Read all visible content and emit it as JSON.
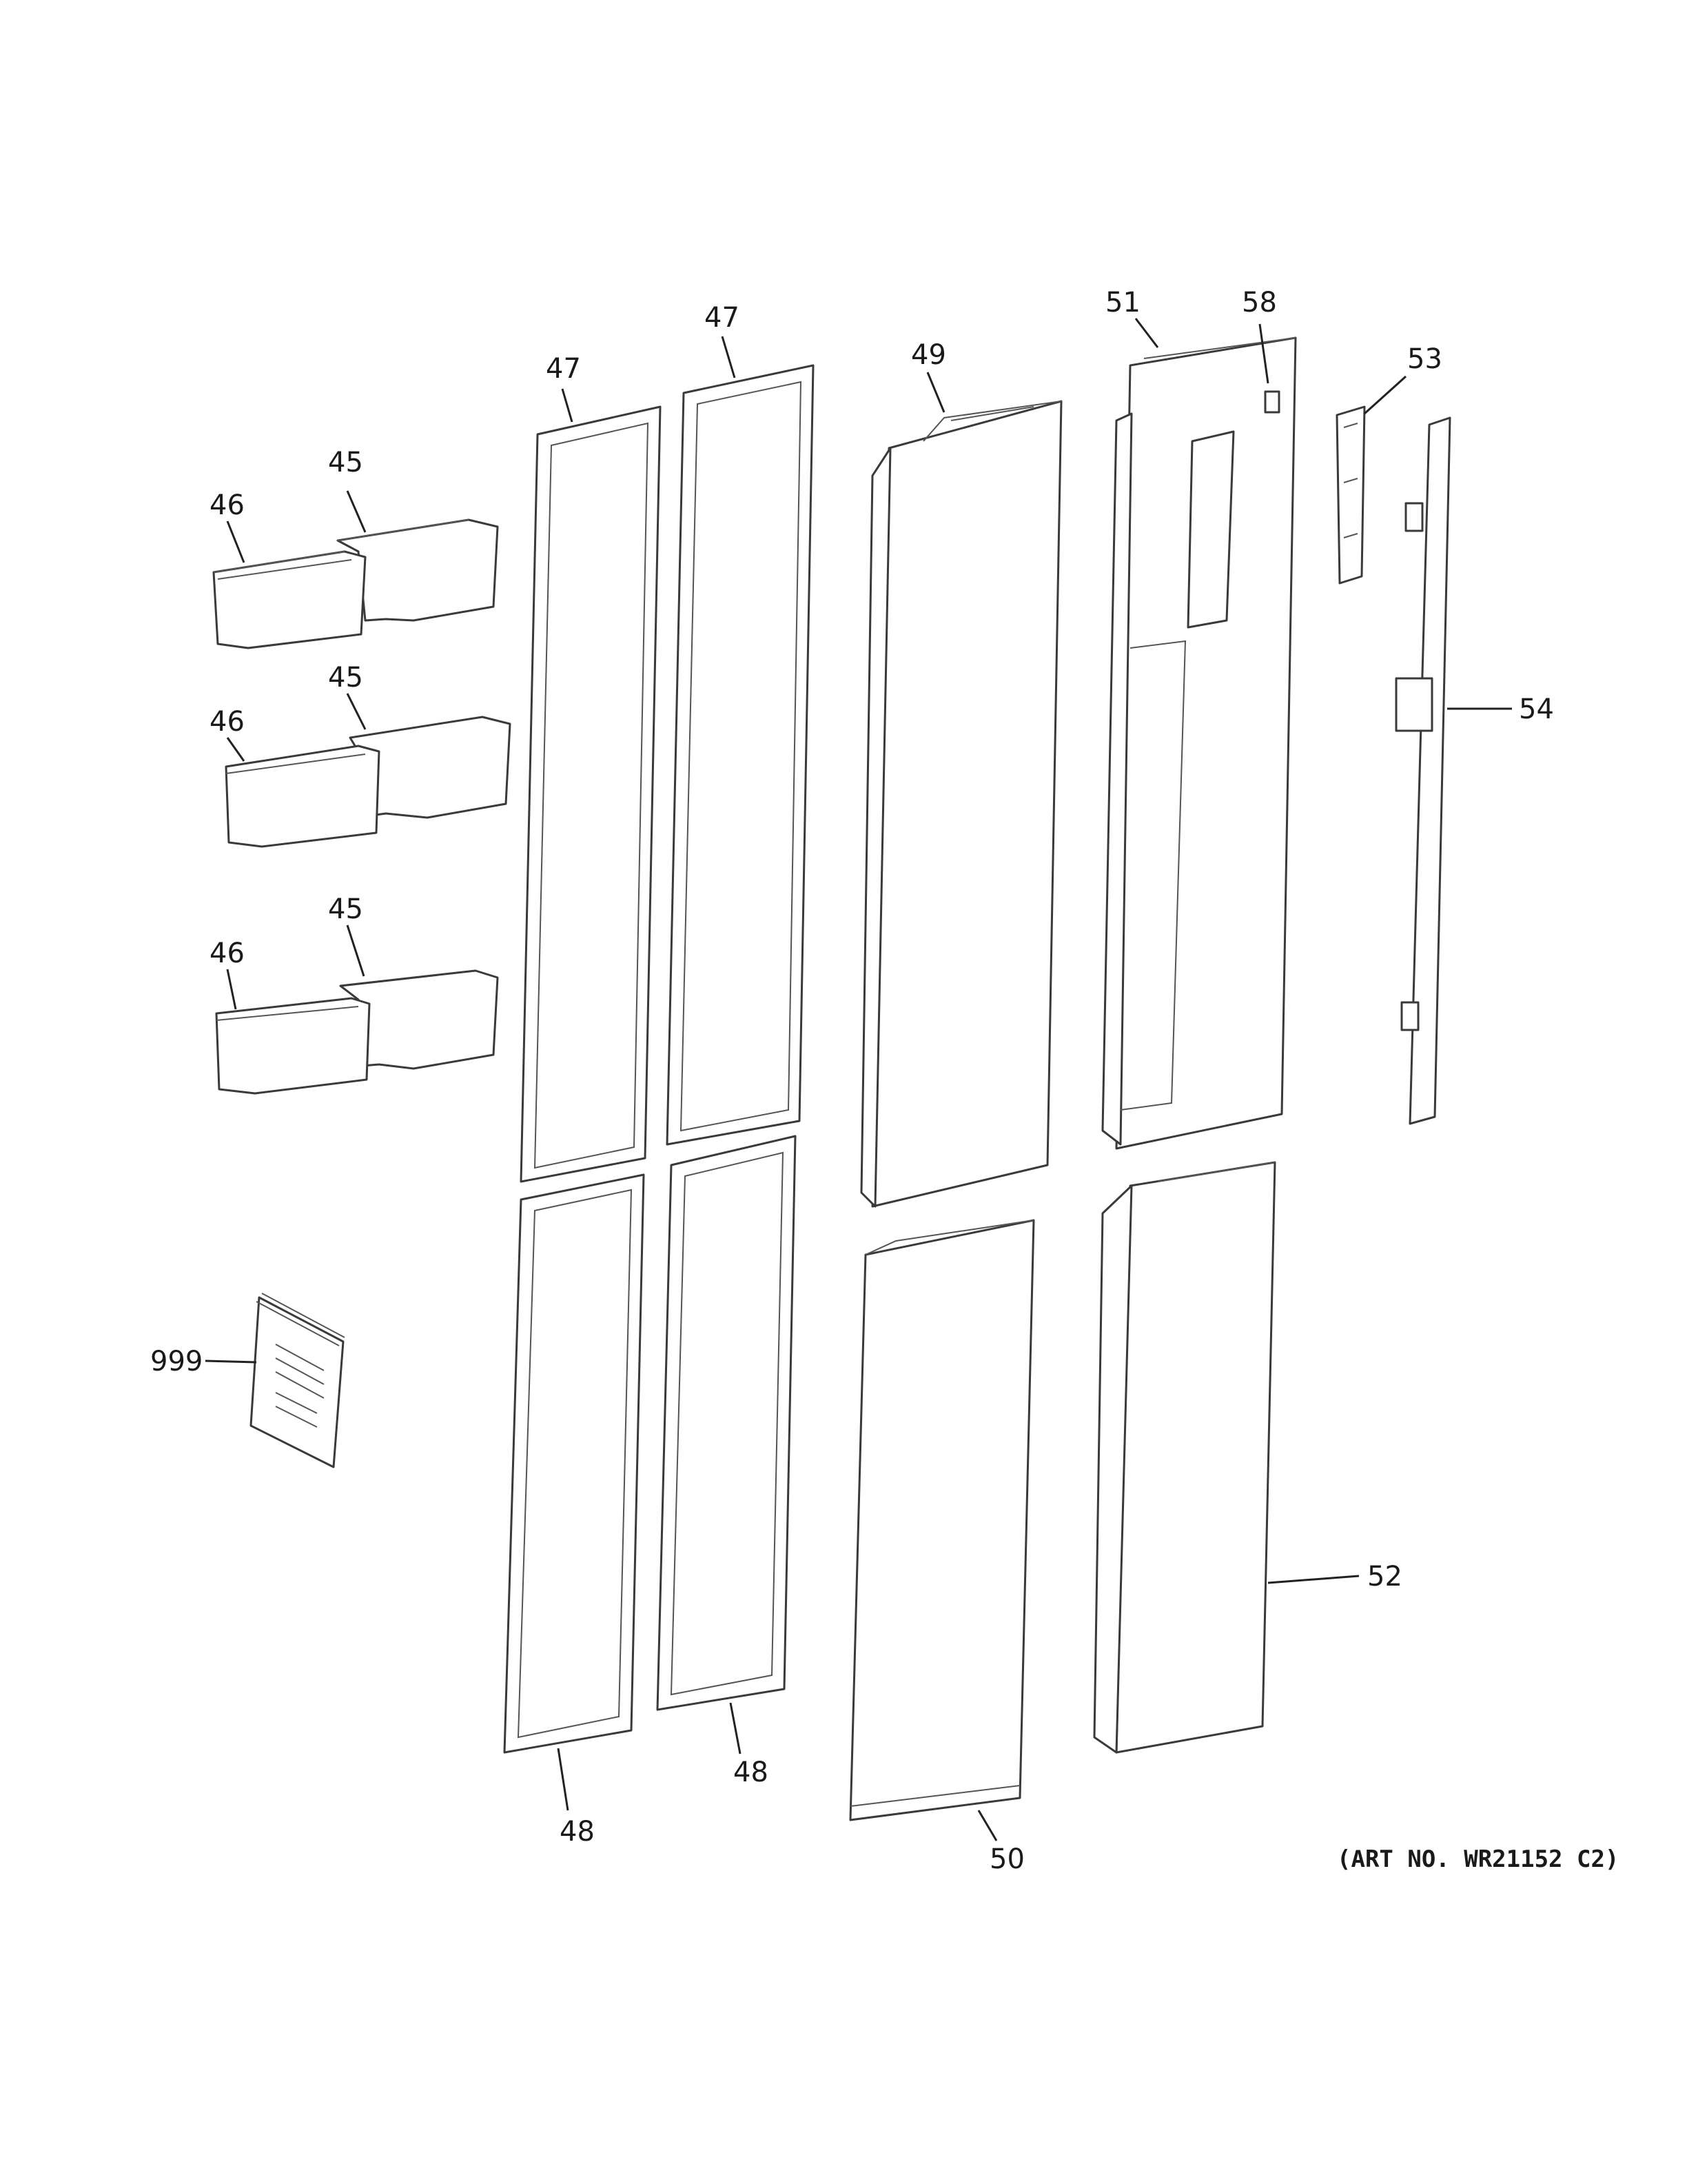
{
  "callouts": {
    "c45a": "45",
    "c46a": "46",
    "c45b": "45",
    "c46b": "46",
    "c45c": "45",
    "c46c": "46",
    "c47a": "47",
    "c47b": "47",
    "c48a": "48",
    "c48b": "48",
    "c49": "49",
    "c50": "50",
    "c51": "51",
    "c52": "52",
    "c53": "53",
    "c54": "54",
    "c58": "58",
    "c999": "999"
  },
  "art_number": "(ART NO. WR21152 C2)",
  "colors": {
    "line": "#3a3a3a",
    "background": "#ffffff"
  }
}
